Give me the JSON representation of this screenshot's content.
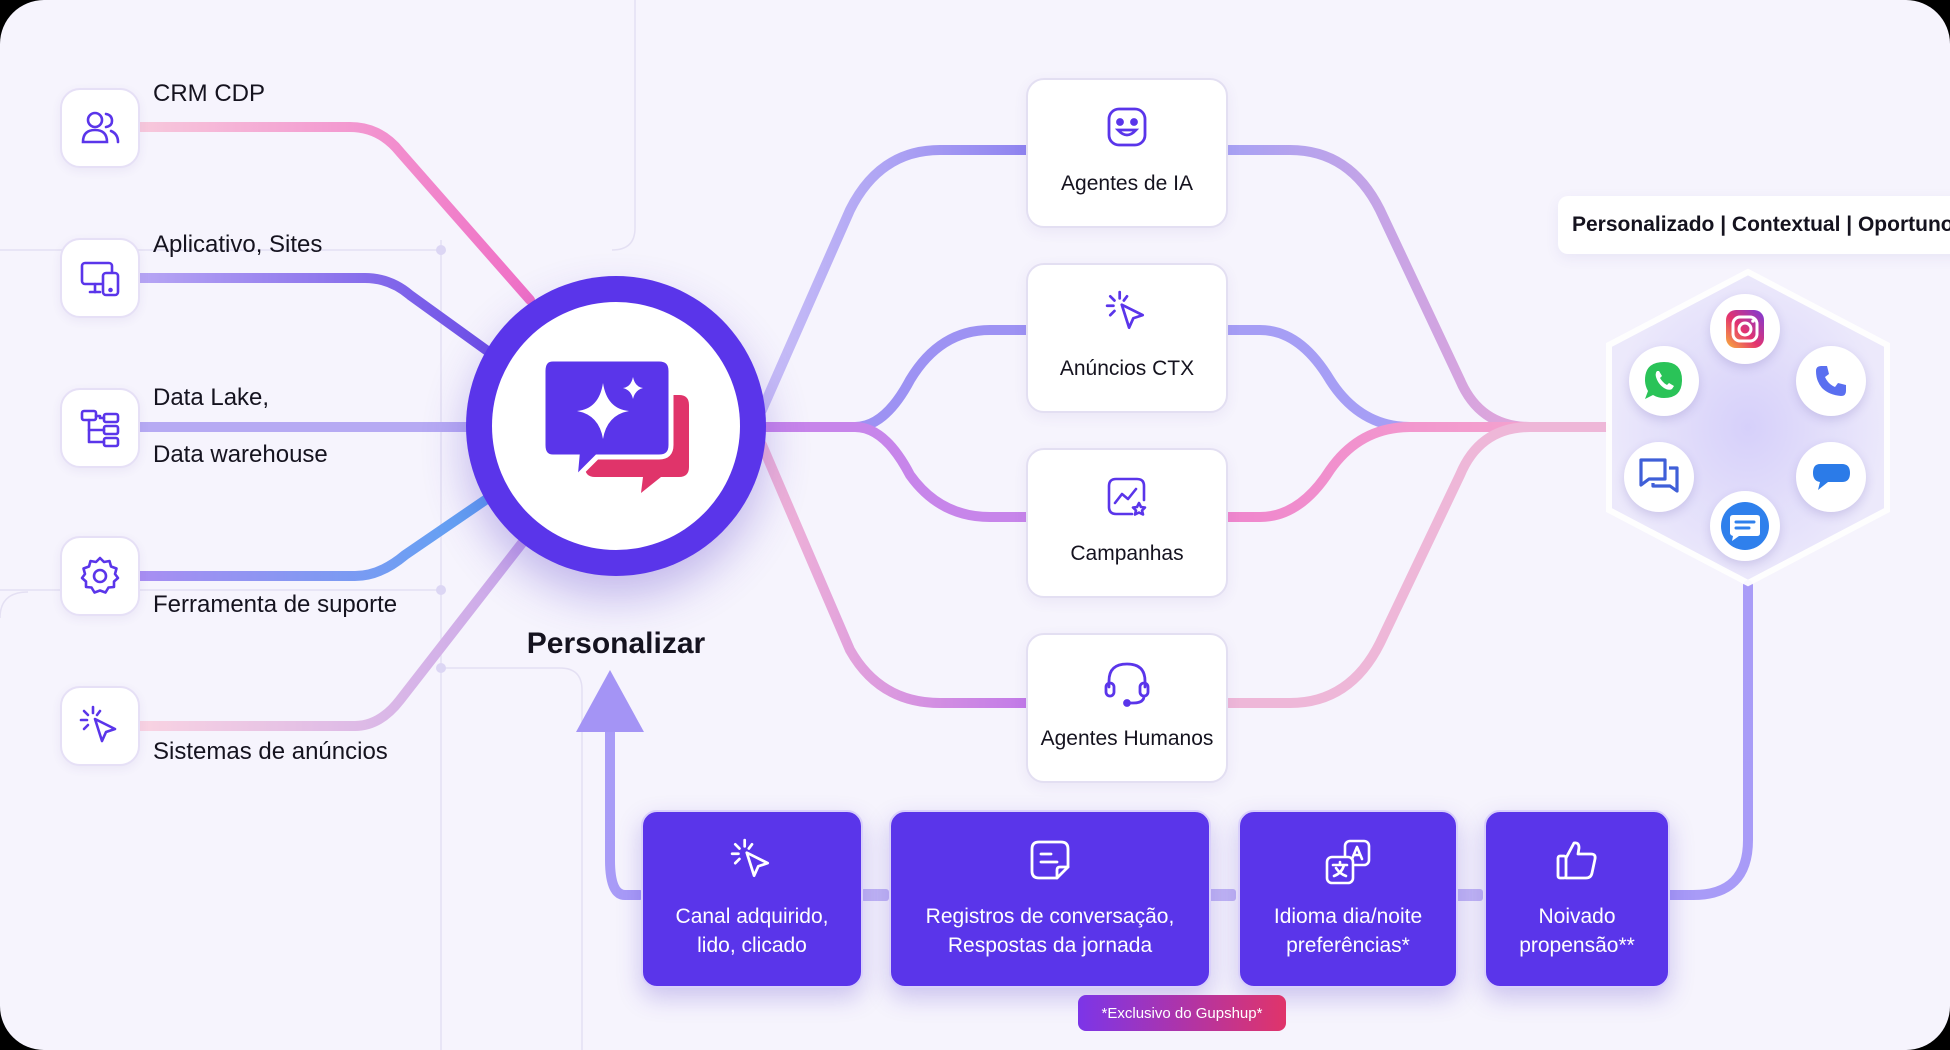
{
  "sources": [
    {
      "label": "CRM CDP",
      "icon": "users-icon"
    },
    {
      "label": "Aplicativo, Sites",
      "icon": "devices-icon"
    },
    {
      "label_line1": "Data Lake,",
      "label_line2": "Data warehouse",
      "icon": "hierarchy-icon"
    },
    {
      "label": "Ferramenta de suporte",
      "icon": "gear-icon"
    },
    {
      "label": "Sistemas de anúncios",
      "icon": "cursor-click-icon"
    }
  ],
  "hub": {
    "label": "Personalizar",
    "icon": "chat-sparkle-icon"
  },
  "agents": [
    {
      "label": "Agentes de IA",
      "icon": "robot-face-icon"
    },
    {
      "label": "Anúncios CTX",
      "icon": "cursor-click-icon"
    },
    {
      "label": "Campanhas",
      "icon": "chart-star-icon"
    },
    {
      "label": "Agentes Humanos",
      "icon": "headset-icon"
    }
  ],
  "banner": {
    "text": "Personalizado | Contextual | Oportuno"
  },
  "channels": [
    "instagram-icon",
    "whatsapp-icon",
    "phone-icon",
    "chat-icon",
    "message-bubble-icon",
    "sms-icon"
  ],
  "feedback": [
    {
      "line1": "Canal adquirido,",
      "line2": "lido, clicado",
      "icon": "cursor-click-icon"
    },
    {
      "line1": "Registros de conversação,",
      "line2": "Respostas da jornada",
      "icon": "notes-icon"
    },
    {
      "line1": "Idioma dia/noite",
      "line2": "preferências*",
      "icon": "translate-icon"
    },
    {
      "line1": "Noivado",
      "line2": "propensão**",
      "icon": "thumbs-up-icon"
    }
  ],
  "badge": {
    "text": "*Exclusivo do Gupshup*"
  },
  "colors": {
    "primary": "#5a35ea",
    "accent": "#e0346a",
    "background": "#f6f4fd"
  }
}
